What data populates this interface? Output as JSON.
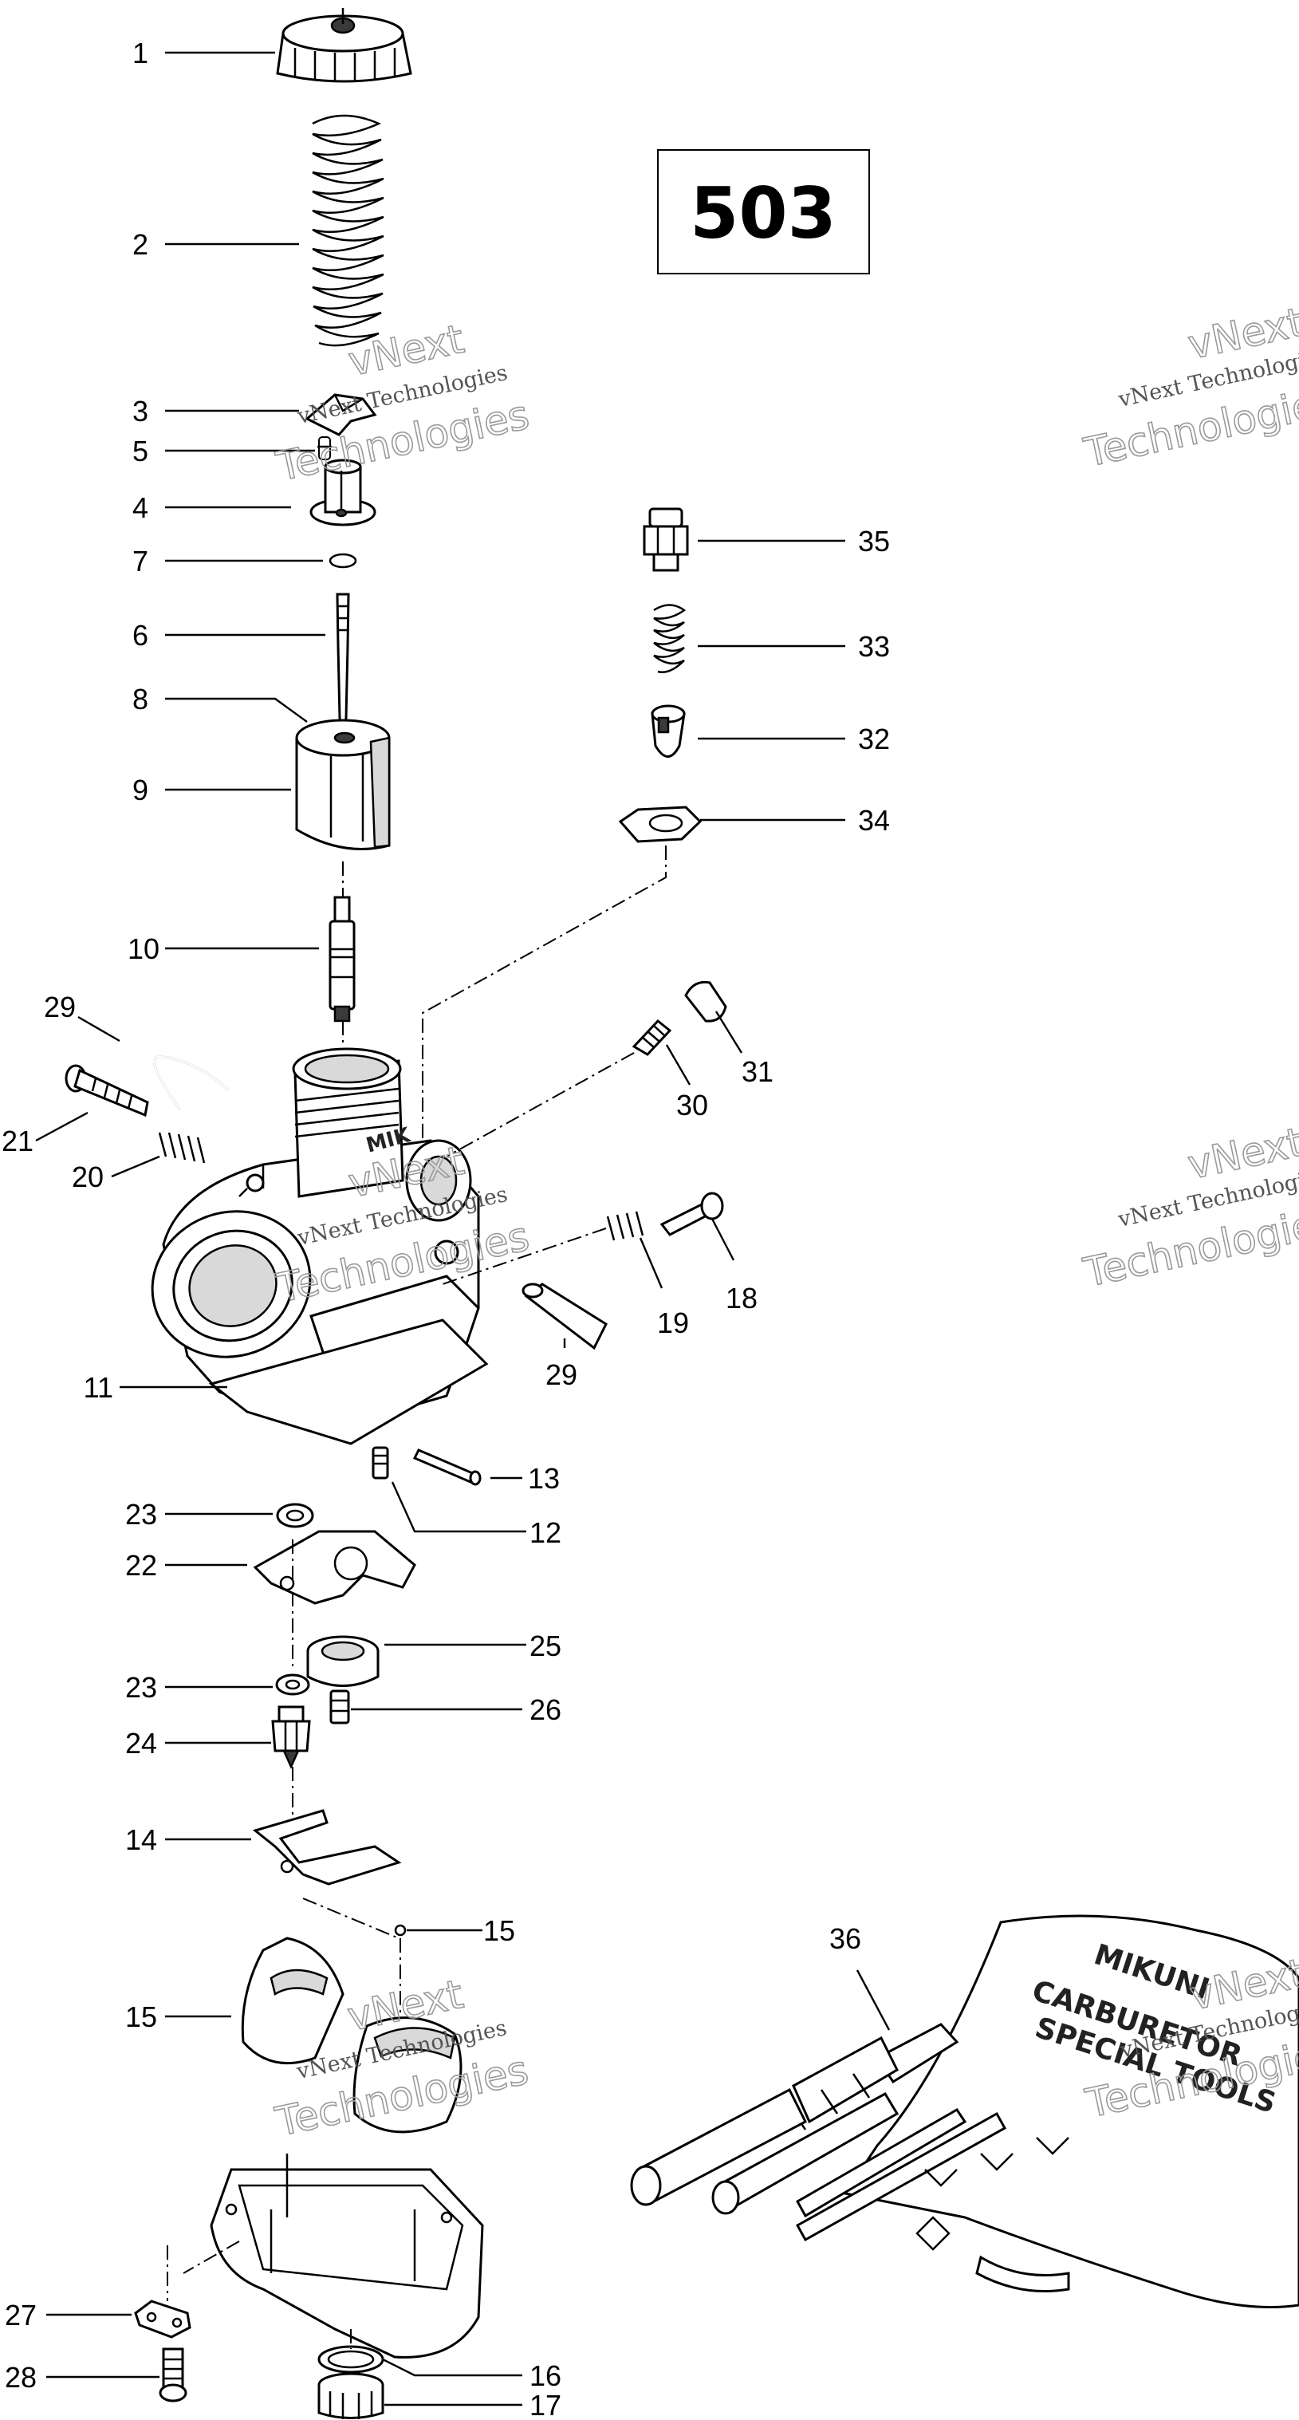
{
  "diagram": {
    "number": "503",
    "watermark": {
      "line1": "vNext Technologies",
      "line2": "Technologies",
      "line3": "vNext"
    },
    "tool_kit_text": [
      "MIKUNI",
      "CARBURETOR",
      "SPECIAL TOOLS"
    ]
  },
  "callouts": {
    "c1": "1",
    "c2": "2",
    "c3": "3",
    "c5": "5",
    "c4": "4",
    "c7": "7",
    "c6": "6",
    "c8": "8",
    "c9": "9",
    "c10": "10",
    "c29a": "29",
    "c21": "21",
    "c20": "20",
    "c11": "11",
    "c23a": "23",
    "c22": "22",
    "c23b": "23",
    "c24": "24",
    "c14": "14",
    "c15a": "15",
    "c27": "27",
    "c28": "28",
    "c35": "35",
    "c33": "33",
    "c32": "32",
    "c34": "34",
    "c31": "31",
    "c30": "30",
    "c18": "18",
    "c19": "19",
    "c29b": "29",
    "c13": "13",
    "c12": "12",
    "c25": "25",
    "c26": "26",
    "c15b": "15",
    "c16": "16",
    "c17": "17",
    "c36": "36"
  }
}
